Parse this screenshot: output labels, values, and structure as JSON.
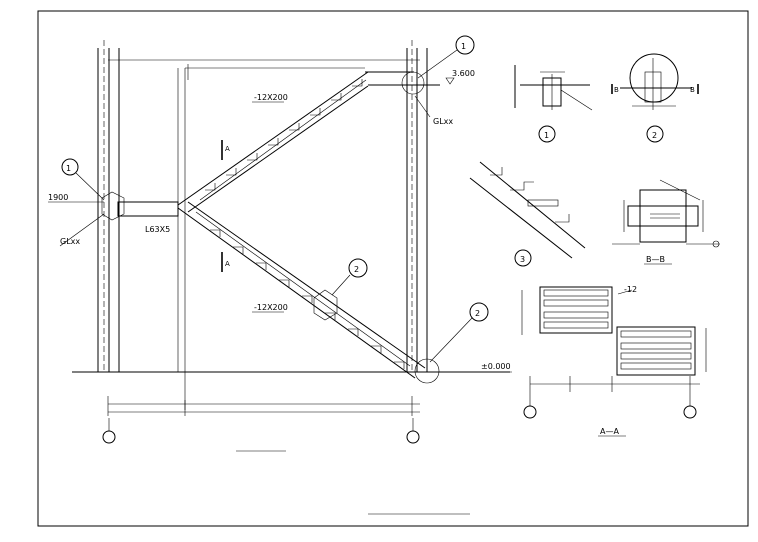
{
  "drawing": {
    "main_view_title": "",
    "bottom_caption": "",
    "plate_upper": "-12X200",
    "plate_lower": "-12X200",
    "angle_label": "L63X5",
    "dim_1900": "1900",
    "elev_top": "3.600",
    "elev_zero": "±0.000",
    "beam_left": "GLxx",
    "beam_right": "GLxx",
    "section_mark_a": "A",
    "section_bb_label": "B—B",
    "section_aa_label": "A—A",
    "detail_plate_label": "-12",
    "bb_mark_left": "B",
    "bb_mark_right": "B",
    "callout_1": "1",
    "callout_2": "2",
    "callout_3": "3"
  }
}
